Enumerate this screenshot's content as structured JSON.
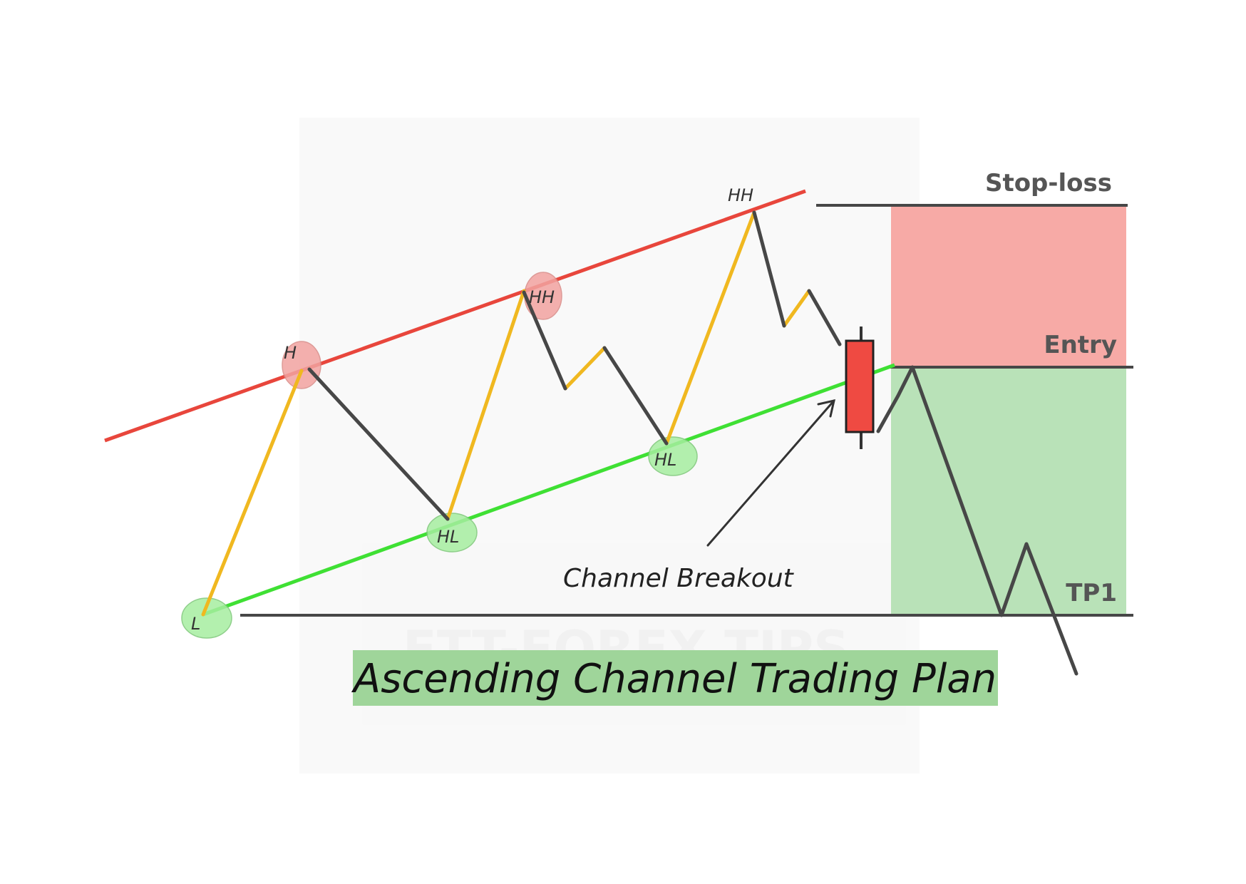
{
  "diagram": {
    "title": "Ascending Channel Trading Plan",
    "watermark": "FTT-FOREX TIPS",
    "callout": "Channel Breakout",
    "levels": {
      "stop_loss": "Stop-loss",
      "entry": "Entry",
      "tp1": "TP1"
    },
    "swing_labels": {
      "l": "L",
      "h": "H",
      "hl_1": "HL",
      "hh_1": "HH",
      "hl_2": "HL",
      "hh_2": "HH"
    },
    "colors": {
      "resistance": "#e8463c",
      "support": "#3fe034",
      "up_leg": "#f0b820",
      "down_leg": "#474747",
      "risk_zone": "#f7aaa6",
      "reward_zone": "#b9e2b8",
      "candle": "#ef4a42",
      "high_marker": "#f2a3a0",
      "low_marker": "#a6eea0",
      "title_background": "#9fd59a"
    }
  }
}
